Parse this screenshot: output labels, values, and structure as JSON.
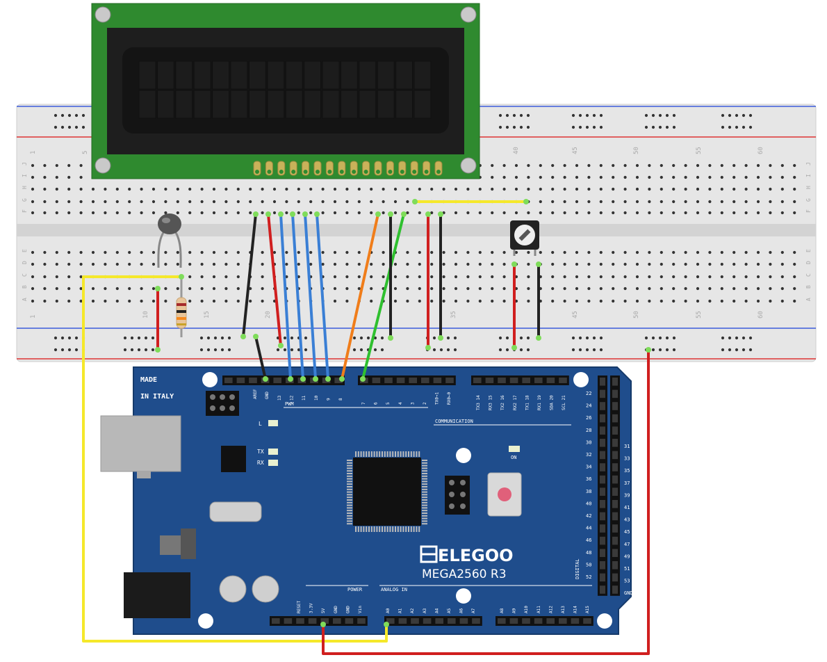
{
  "breadboard": {
    "row_letters_top": [
      "J",
      "I",
      "H",
      "G",
      "F"
    ],
    "row_letters_bottom": [
      "E",
      "D",
      "C",
      "B",
      "A"
    ],
    "column_numbers_top": [
      "1",
      "5",
      "40",
      "45",
      "50",
      "55",
      "60"
    ],
    "column_numbers_bottom": [
      "1",
      "10",
      "15",
      "20",
      "35",
      "45",
      "50",
      "55",
      "60"
    ]
  },
  "board": {
    "made_label": "MADE",
    "in_italy_label": "IN ITALY",
    "brand_label": "ELEGOO",
    "model_label": "MEGA2560 R3",
    "aref_label": "AREF",
    "gnd_label": "GND",
    "pwm_label": "PWM",
    "communication_label": "COMMUNICATION",
    "power_label": "POWER",
    "analog_in_label": "ANALOG  IN",
    "digital_label": "DIGITAL",
    "on_label": "ON",
    "l_label": "L",
    "tx_label": "TX",
    "rx_label": "RX",
    "pwm_pins": [
      "13",
      "12",
      "11",
      "10",
      "9",
      "8"
    ],
    "pins_0_7": [
      "7",
      "6",
      "5",
      "4",
      "3",
      "2",
      "TX0→1",
      "RX0←0"
    ],
    "comm_pins": [
      "TX3 14",
      "RX3 15",
      "TX2 16",
      "RX2 17",
      "TX1 18",
      "RX1 19",
      "SDA 20",
      "SCL 21"
    ],
    "power_pins": [
      "RESET",
      "3.3V",
      "5V",
      "GND",
      "GND",
      "Vin"
    ],
    "analog_pins_a": [
      "A0",
      "A1",
      "A2",
      "A3",
      "A4",
      "A5",
      "A6",
      "A7"
    ],
    "analog_pins_b": [
      "A8",
      "A9",
      "A10",
      "A11",
      "A12",
      "A13",
      "A14",
      "A15"
    ],
    "digital_left": [
      "22",
      "24",
      "26",
      "28",
      "30",
      "32",
      "34",
      "36",
      "38",
      "40",
      "42",
      "44",
      "46",
      "48",
      "50",
      "52"
    ],
    "digital_right": [
      "31",
      "33",
      "35",
      "37",
      "39",
      "41",
      "43",
      "45",
      "47",
      "49",
      "51",
      "53",
      "GND"
    ]
  },
  "colors": {
    "board_blue": "#1f4d8c",
    "lcd_green": "#2f8a2f",
    "wire_red": "#d01f1f",
    "wire_black": "#222222",
    "wire_blue": "#3a7fd5",
    "wire_orange": "#f07d1a",
    "wire_green": "#2fc02f",
    "wire_yellow": "#f5e82a"
  }
}
